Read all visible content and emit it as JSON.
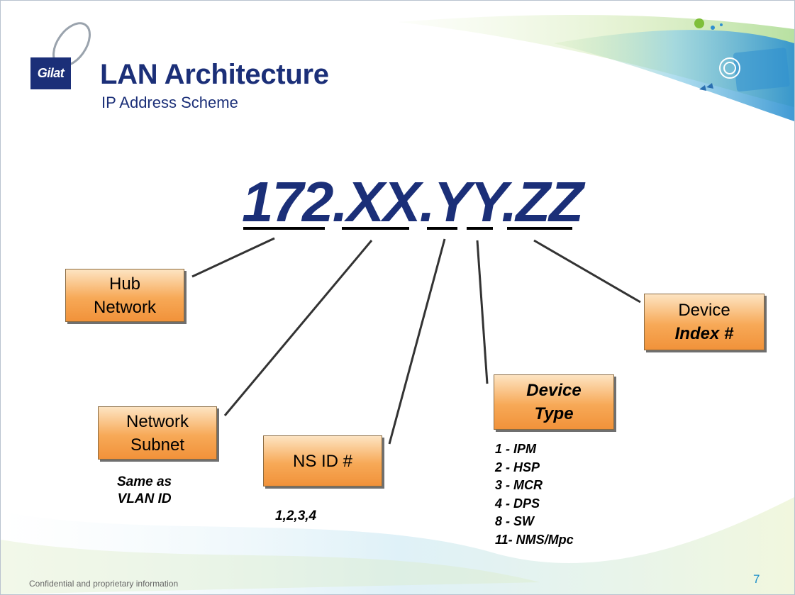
{
  "header": {
    "logo_text": "Gilat",
    "title": "LAN Architecture",
    "subtitle": "IP Address Scheme"
  },
  "ip": {
    "scheme": "172.XX.YY.ZZ"
  },
  "boxes": {
    "hub_network": {
      "line1": "Hub",
      "line2": "Network"
    },
    "network_subnet": {
      "line1": "Network",
      "line2": "Subnet"
    },
    "ns_id": {
      "label": "NS ID #"
    },
    "device_type": {
      "line1": "Device",
      "line2": "Type"
    },
    "device_index": {
      "line1": "Device",
      "line2": "Index #"
    }
  },
  "notes": {
    "vlan_line1": "Same as",
    "vlan_line2": "VLAN ID",
    "ns_values": "1,2,3,4"
  },
  "device_types": [
    "1 - IPM",
    "2 - HSP",
    "3 - MCR",
    "4 - DPS",
    "8 - SW",
    "11- NMS/Mpc"
  ],
  "footer": {
    "confidential": "Confidential and proprietary information",
    "page_number": "7"
  },
  "colors": {
    "title_blue": "#1b2f78",
    "box_orange": "#f7a957",
    "page_number_blue": "#1d8fc9"
  }
}
